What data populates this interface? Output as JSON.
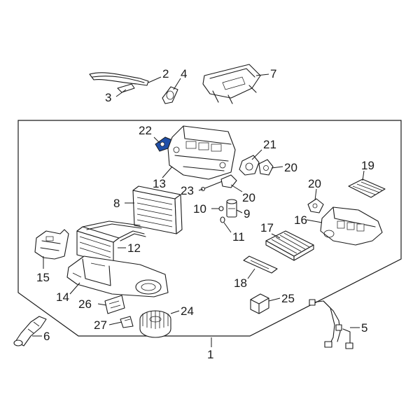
{
  "highlight_color": "#1f4fa8",
  "callouts": {
    "c1": "1",
    "c2": "2",
    "c3": "3",
    "c4": "4",
    "c5": "5",
    "c6": "6",
    "c7": "7",
    "c8": "8",
    "c9": "9",
    "c10": "10",
    "c11": "11",
    "c12": "12",
    "c13": "13",
    "c14": "14",
    "c15": "15",
    "c16": "16",
    "c17": "17",
    "c18": "18",
    "c19": "19",
    "c20a": "20",
    "c20b": "20",
    "c20c": "20",
    "c21": "21",
    "c22": "22",
    "c23": "23",
    "c24": "24",
    "c25": "25",
    "c26": "26",
    "c27": "27"
  }
}
